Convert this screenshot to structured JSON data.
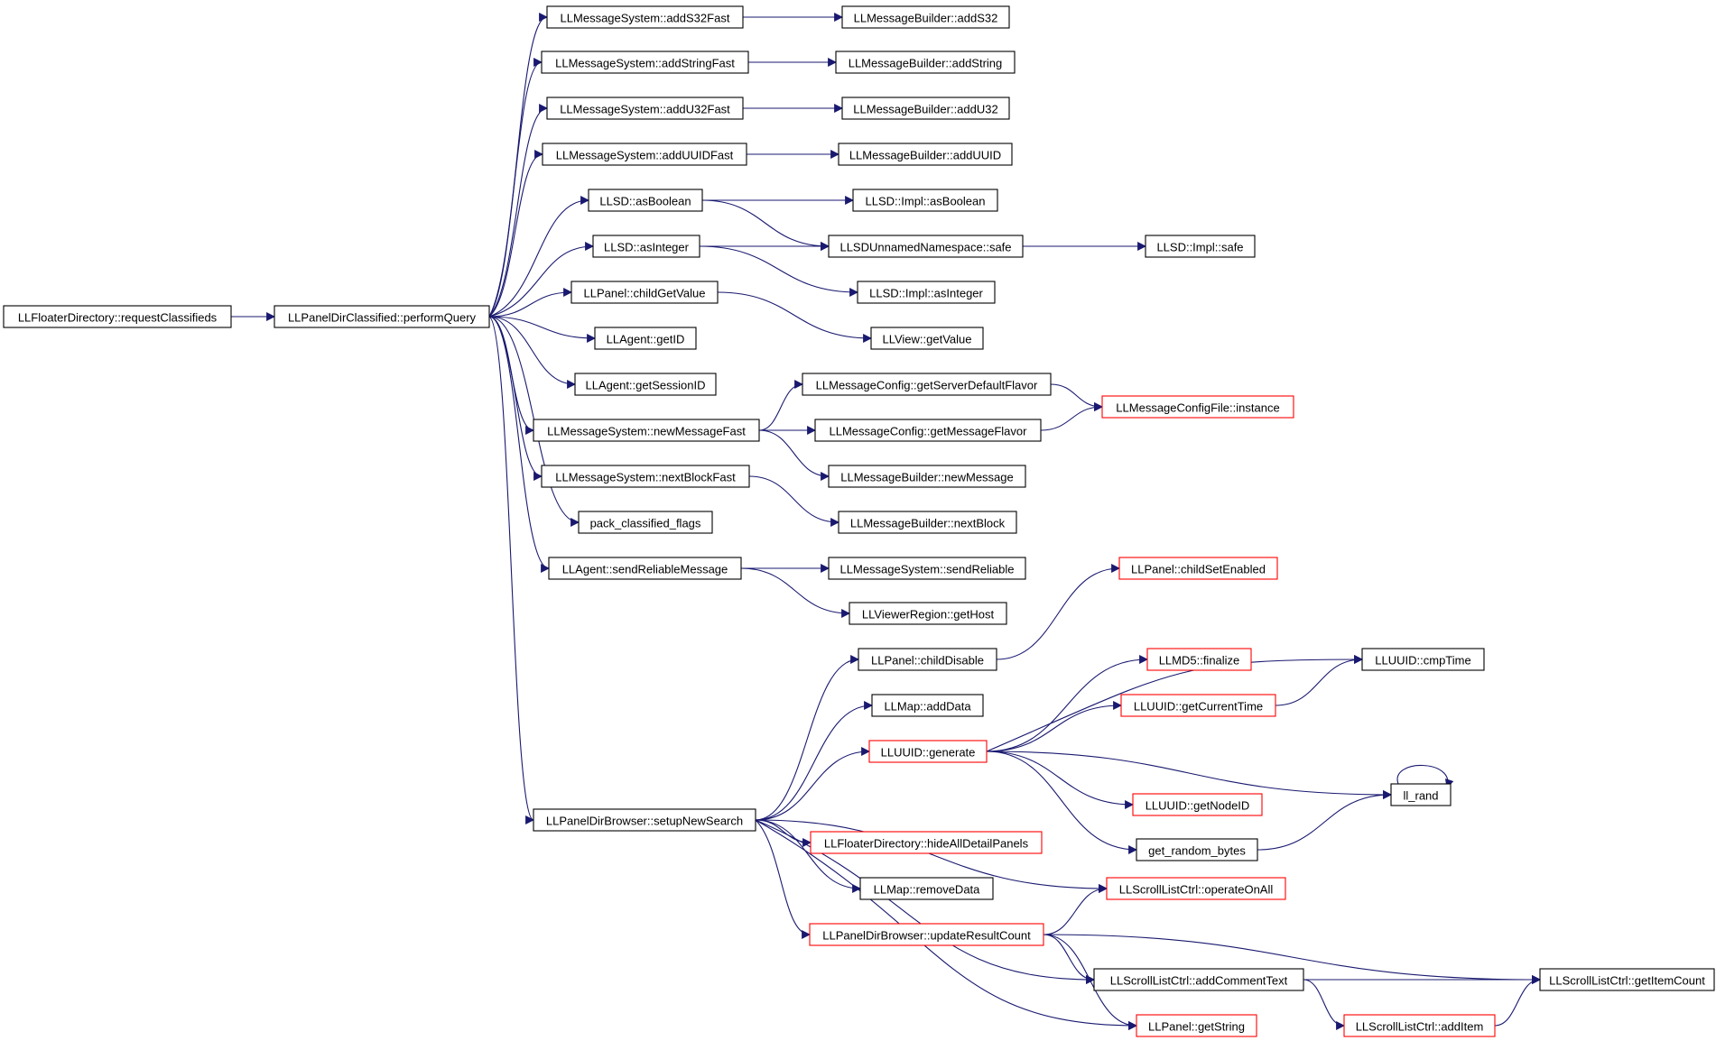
{
  "colors": {
    "edge": "#191970",
    "root_fill": "#bfbfbf",
    "node_border_default": "#000000",
    "node_border_truncated": "#ff0000",
    "background": "#ffffff"
  },
  "nodes": [
    {
      "id": "n0",
      "label": "LLFloaterDirectory::requestClassifieds",
      "style": "root"
    },
    {
      "id": "n1",
      "label": "LLPanelDirClassified::performQuery",
      "style": "normal"
    },
    {
      "id": "n2",
      "label": "LLMessageSystem::addS32Fast",
      "style": "normal"
    },
    {
      "id": "n3",
      "label": "LLMessageBuilder::addS32",
      "style": "normal"
    },
    {
      "id": "n4",
      "label": "LLMessageSystem::addStringFast",
      "style": "normal"
    },
    {
      "id": "n5",
      "label": "LLMessageBuilder::addString",
      "style": "normal"
    },
    {
      "id": "n6",
      "label": "LLMessageSystem::addU32Fast",
      "style": "normal"
    },
    {
      "id": "n7",
      "label": "LLMessageBuilder::addU32",
      "style": "normal"
    },
    {
      "id": "n8",
      "label": "LLMessageSystem::addUUIDFast",
      "style": "normal"
    },
    {
      "id": "n9",
      "label": "LLMessageBuilder::addUUID",
      "style": "normal"
    },
    {
      "id": "n10",
      "label": "LLSD::asBoolean",
      "style": "normal"
    },
    {
      "id": "n11",
      "label": "LLSD::Impl::asBoolean",
      "style": "normal"
    },
    {
      "id": "n12",
      "label": "LLSD::asInteger",
      "style": "normal"
    },
    {
      "id": "n13",
      "label": "LLSDUnnamedNamespace::safe",
      "style": "normal"
    },
    {
      "id": "n14",
      "label": "LLSD::Impl::safe",
      "style": "normal"
    },
    {
      "id": "n15",
      "label": "LLSD::Impl::asInteger",
      "style": "normal"
    },
    {
      "id": "n16",
      "label": "LLPanel::childGetValue",
      "style": "normal"
    },
    {
      "id": "n17",
      "label": "LLView::getValue",
      "style": "normal"
    },
    {
      "id": "n18",
      "label": "LLAgent::getID",
      "style": "normal"
    },
    {
      "id": "n19",
      "label": "LLAgent::getSessionID",
      "style": "normal"
    },
    {
      "id": "n20",
      "label": "LLMessageConfig::getServerDefaultFlavor",
      "style": "normal"
    },
    {
      "id": "n21",
      "label": "LLMessageConfigFile::instance",
      "style": "truncated"
    },
    {
      "id": "n22",
      "label": "LLMessageSystem::newMessageFast",
      "style": "normal"
    },
    {
      "id": "n23",
      "label": "LLMessageConfig::getMessageFlavor",
      "style": "normal"
    },
    {
      "id": "n24",
      "label": "LLMessageSystem::nextBlockFast",
      "style": "normal"
    },
    {
      "id": "n25",
      "label": "LLMessageBuilder::newMessage",
      "style": "normal"
    },
    {
      "id": "n26",
      "label": "pack_classified_flags",
      "style": "normal"
    },
    {
      "id": "n27",
      "label": "LLMessageBuilder::nextBlock",
      "style": "normal"
    },
    {
      "id": "n28",
      "label": "LLAgent::sendReliableMessage",
      "style": "normal"
    },
    {
      "id": "n29",
      "label": "LLMessageSystem::sendReliable",
      "style": "normal"
    },
    {
      "id": "n30",
      "label": "LLPanel::childSetEnabled",
      "style": "truncated"
    },
    {
      "id": "n31",
      "label": "LLViewerRegion::getHost",
      "style": "normal"
    },
    {
      "id": "n32",
      "label": "LLPanel::childDisable",
      "style": "normal"
    },
    {
      "id": "n33",
      "label": "LLMD5::finalize",
      "style": "truncated"
    },
    {
      "id": "n34",
      "label": "LLUUID::cmpTime",
      "style": "normal"
    },
    {
      "id": "n35",
      "label": "LLMap::addData",
      "style": "normal"
    },
    {
      "id": "n36",
      "label": "LLUUID::getCurrentTime",
      "style": "truncated"
    },
    {
      "id": "n37",
      "label": "LLUUID::generate",
      "style": "truncated"
    },
    {
      "id": "n38",
      "label": "ll_rand",
      "style": "normal"
    },
    {
      "id": "n39",
      "label": "LLUUID::getNodeID",
      "style": "truncated"
    },
    {
      "id": "n40",
      "label": "LLPanelDirBrowser::setupNewSearch",
      "style": "normal"
    },
    {
      "id": "n41",
      "label": "get_random_bytes",
      "style": "normal"
    },
    {
      "id": "n42",
      "label": "LLFloaterDirectory::hideAllDetailPanels",
      "style": "truncated"
    },
    {
      "id": "n43",
      "label": "LLMap::removeData",
      "style": "normal"
    },
    {
      "id": "n44",
      "label": "LLScrollListCtrl::operateOnAll",
      "style": "truncated"
    },
    {
      "id": "n45",
      "label": "LLPanelDirBrowser::updateResultCount",
      "style": "truncated"
    },
    {
      "id": "n46",
      "label": "LLScrollListCtrl::addCommentText",
      "style": "normal"
    },
    {
      "id": "n47",
      "label": "LLScrollListCtrl::getItemCount",
      "style": "normal"
    },
    {
      "id": "n48",
      "label": "LLPanel::getString",
      "style": "truncated"
    },
    {
      "id": "n49",
      "label": "LLScrollListCtrl::addItem",
      "style": "truncated"
    }
  ],
  "edges": [
    [
      "n0",
      "n1"
    ],
    [
      "n1",
      "n2"
    ],
    [
      "n2",
      "n3"
    ],
    [
      "n1",
      "n4"
    ],
    [
      "n4",
      "n5"
    ],
    [
      "n1",
      "n6"
    ],
    [
      "n6",
      "n7"
    ],
    [
      "n1",
      "n8"
    ],
    [
      "n8",
      "n9"
    ],
    [
      "n1",
      "n10"
    ],
    [
      "n10",
      "n11"
    ],
    [
      "n10",
      "n13"
    ],
    [
      "n1",
      "n12"
    ],
    [
      "n12",
      "n13"
    ],
    [
      "n12",
      "n15"
    ],
    [
      "n13",
      "n14"
    ],
    [
      "n1",
      "n16"
    ],
    [
      "n16",
      "n17"
    ],
    [
      "n1",
      "n18"
    ],
    [
      "n1",
      "n19"
    ],
    [
      "n1",
      "n22"
    ],
    [
      "n22",
      "n20"
    ],
    [
      "n22",
      "n23"
    ],
    [
      "n22",
      "n25"
    ],
    [
      "n20",
      "n21"
    ],
    [
      "n23",
      "n21"
    ],
    [
      "n1",
      "n24"
    ],
    [
      "n24",
      "n27"
    ],
    [
      "n1",
      "n26"
    ],
    [
      "n1",
      "n28"
    ],
    [
      "n28",
      "n29"
    ],
    [
      "n28",
      "n31"
    ],
    [
      "n1",
      "n40"
    ],
    [
      "n40",
      "n32"
    ],
    [
      "n32",
      "n30"
    ],
    [
      "n40",
      "n35"
    ],
    [
      "n40",
      "n37"
    ],
    [
      "n37",
      "n34"
    ],
    [
      "n37",
      "n33"
    ],
    [
      "n37",
      "n36"
    ],
    [
      "n36",
      "n34"
    ],
    [
      "n37",
      "n38"
    ],
    [
      "n37",
      "n39"
    ],
    [
      "n37",
      "n41"
    ],
    [
      "n41",
      "n38"
    ],
    [
      "n38",
      "n38"
    ],
    [
      "n40",
      "n42"
    ],
    [
      "n40",
      "n43"
    ],
    [
      "n40",
      "n44"
    ],
    [
      "n40",
      "n45"
    ],
    [
      "n45",
      "n44"
    ],
    [
      "n45",
      "n46"
    ],
    [
      "n45",
      "n47"
    ],
    [
      "n45",
      "n48"
    ],
    [
      "n40",
      "n46"
    ],
    [
      "n46",
      "n47"
    ],
    [
      "n46",
      "n49"
    ],
    [
      "n49",
      "n47"
    ],
    [
      "n40",
      "n48"
    ]
  ]
}
